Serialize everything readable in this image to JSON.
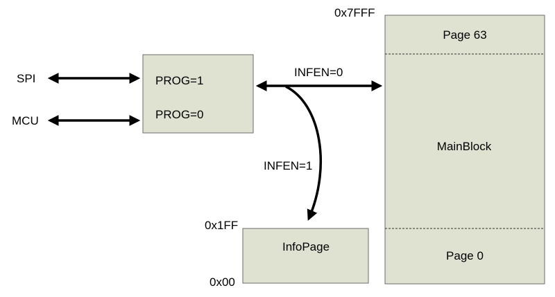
{
  "interface": {
    "spi_label": "SPI",
    "mcu_label": "MCU"
  },
  "prog_box": {
    "prog1_label": "PROG=1",
    "prog0_label": "PROG=0"
  },
  "paths": {
    "infen0_label": "INFEN=0",
    "infen1_label": "INFEN=1"
  },
  "main_block": {
    "top_address": "0x7FFF",
    "top_page_label": "Page 63",
    "body_label": "MainBlock",
    "bottom_page_label": "Page 0"
  },
  "info_page": {
    "top_address": "0x1FF",
    "bottom_address": "0x00",
    "label": "InfoPage"
  },
  "colors": {
    "box_fill": "#dfe2d0",
    "box_stroke": "#6b6b6b",
    "arrow": "#000000"
  }
}
